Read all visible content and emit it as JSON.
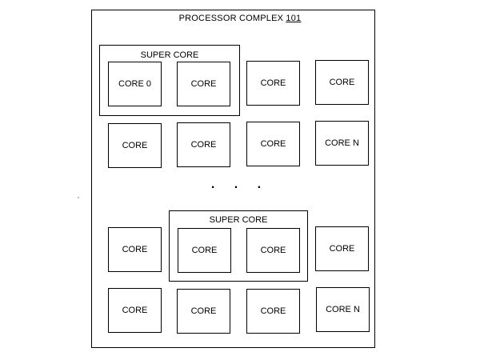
{
  "diagram": {
    "title": "PROCESSOR COMPLEX ",
    "title_ref": "101",
    "ellipsis": ". . .",
    "super_core_label": "SUPER CORE",
    "cores": {
      "core0": "CORE 0",
      "core": "CORE",
      "coreN": "CORE N"
    }
  }
}
